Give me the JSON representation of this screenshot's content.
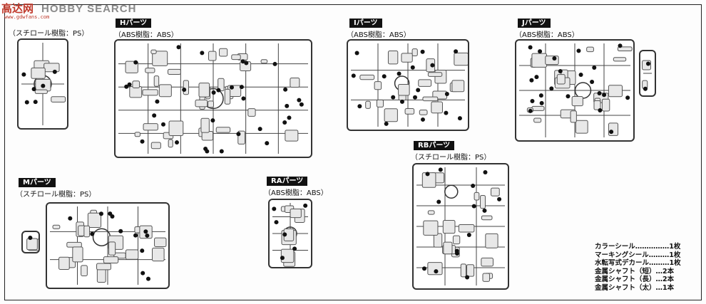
{
  "header": {
    "logo": "高达网",
    "site": "HOBBY SEARCH",
    "url": "www.gdwfans.com"
  },
  "sheets": [
    {
      "id": "first",
      "tag": "",
      "material": "（スチロール樹脂：PS）"
    },
    {
      "id": "h",
      "tag": "Hパーツ",
      "material": "（ABS樹脂：ABS）"
    },
    {
      "id": "i",
      "tag": "Iパーツ",
      "material": "（ABS樹脂：ABS）"
    },
    {
      "id": "j",
      "tag": "Jパーツ",
      "material": "（ABS樹脂：ABS）"
    },
    {
      "id": "m",
      "tag": "Mパーツ",
      "material": "（スチロール樹脂：PS）"
    },
    {
      "id": "ra",
      "tag": "RAパーツ",
      "material": "（ABS樹脂：ABS）"
    },
    {
      "id": "rb",
      "tag": "RBパーツ",
      "material": "（スチロール樹脂：PS）"
    }
  ],
  "accessories": [
    "カラーシール……………1枚",
    "マーキングシール………1枚",
    "水転写式デカール………1枚",
    "金属シャフト（短）…2本",
    "金属シャフト（長）…2本",
    "金属シャフト（太）…1本"
  ]
}
